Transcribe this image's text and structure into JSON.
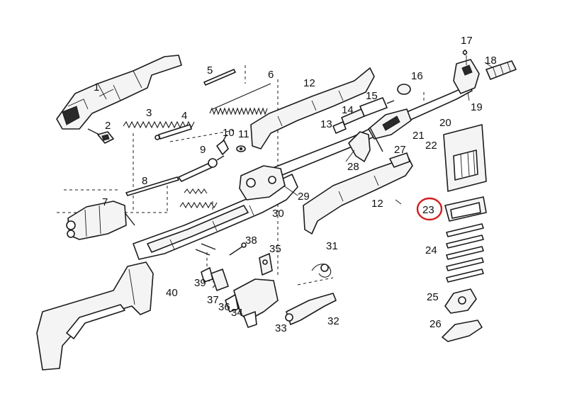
{
  "diagram": {
    "labels": [
      "1",
      "2",
      "3",
      "4",
      "5",
      "6",
      "7",
      "8",
      "9",
      "10",
      "11",
      "12",
      "12",
      "13",
      "14",
      "15",
      "16",
      "17",
      "18",
      "19",
      "20",
      "21",
      "22",
      "23",
      "24",
      "25",
      "26",
      "27",
      "28",
      "29",
      "30",
      "31",
      "32",
      "33",
      "34",
      "35",
      "36",
      "37",
      "38",
      "39",
      "40"
    ],
    "highlighted_label": "23",
    "highlight_color": "#d11f1f"
  }
}
